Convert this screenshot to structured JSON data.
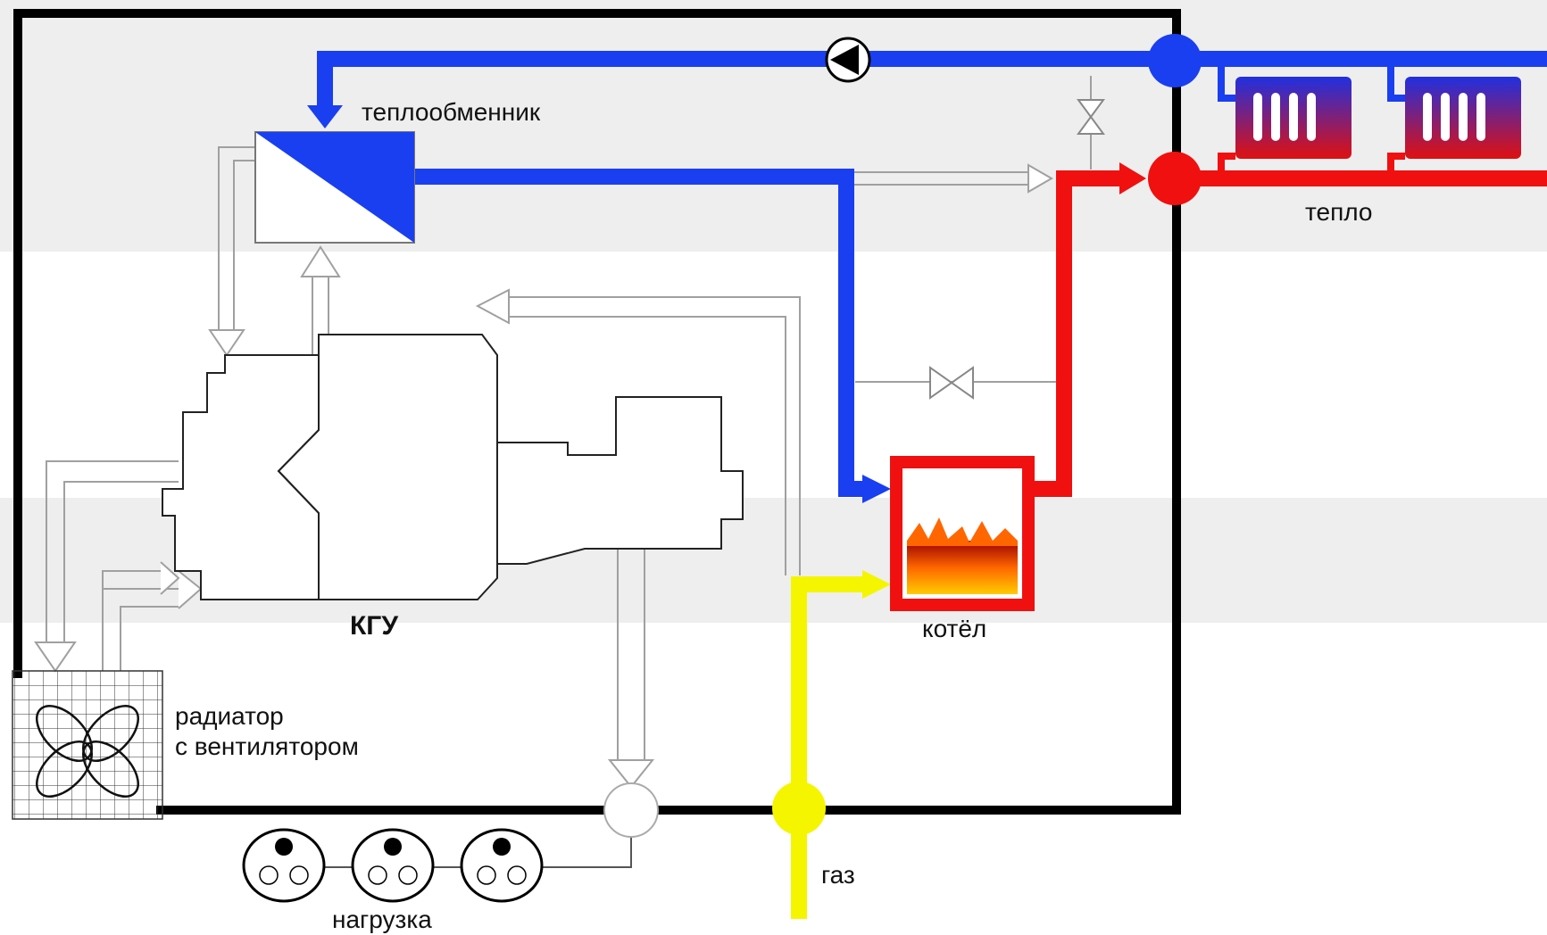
{
  "labels": {
    "heat_exchanger": "теплообменник",
    "cogen_unit": "КГУ",
    "boiler": "котёл",
    "heat": "тепло",
    "radiator": "радиатор",
    "radiator_line2": "с вентилятором",
    "gas": "газ",
    "load": "нагрузка"
  },
  "colors": {
    "return_pipe": "#1a3ff0",
    "supply_pipe": "#f01010",
    "gas_pipe": "#f5f500",
    "frame": "#000000",
    "band": "#eeeeee",
    "aux_pipe": "#999999"
  },
  "icons": {
    "pump": "pump-icon",
    "valve": "valve-icon",
    "fan": "fan-icon",
    "flame": "flame-icon",
    "socket": "socket-icon"
  }
}
